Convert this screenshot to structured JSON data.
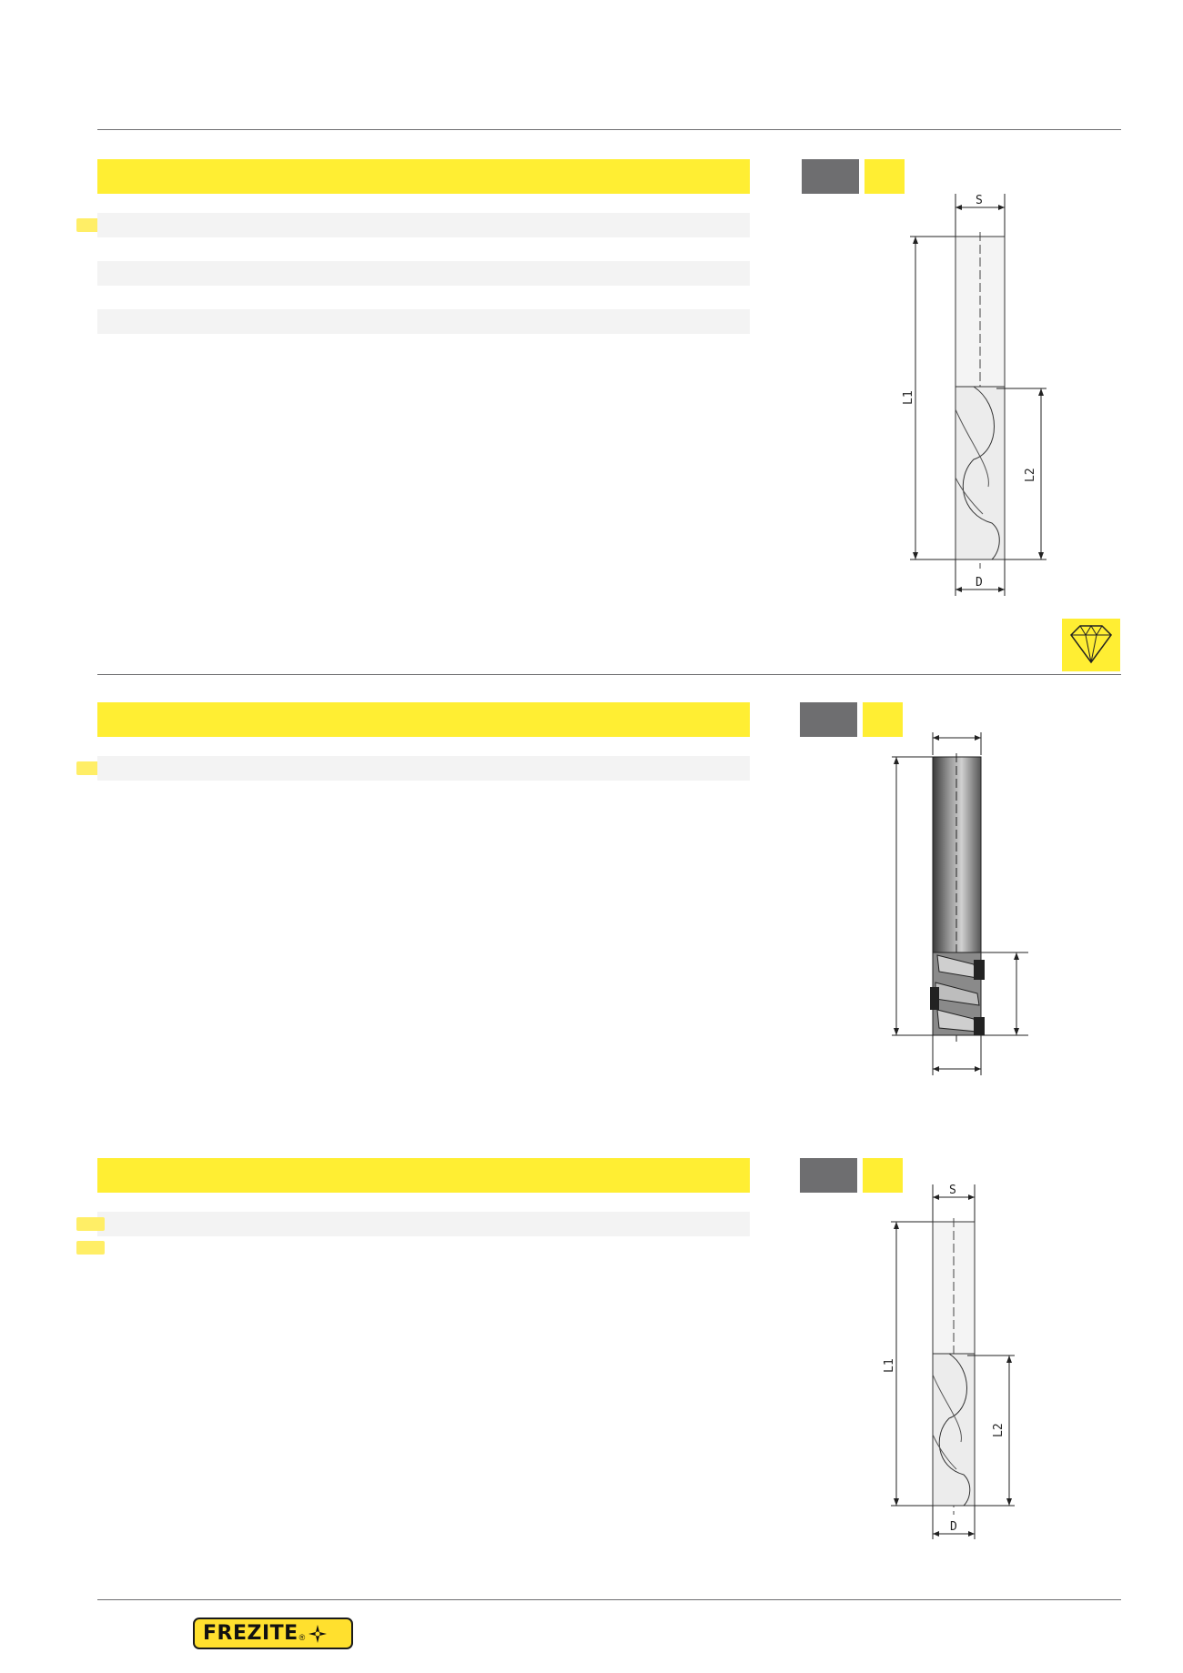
{
  "sections": [
    {
      "id": "section-1",
      "dimension_labels": {
        "shank": "S",
        "overall_length": "L1",
        "cutting_length": "L2",
        "diameter": "D"
      },
      "icon": "diamond-icon"
    },
    {
      "id": "section-2",
      "dimension_labels": {},
      "icon": "cutter-drawing"
    },
    {
      "id": "section-3",
      "dimension_labels": {
        "shank": "S",
        "overall_length": "L1",
        "cutting_length": "L2",
        "diameter": "D"
      }
    }
  ],
  "footer": {
    "brand": "FREZITE",
    "registered": "®"
  },
  "colors": {
    "accent_yellow": "#ffee33",
    "header_grey": "#6e6e70",
    "row_grey": "#f3f3f3"
  }
}
